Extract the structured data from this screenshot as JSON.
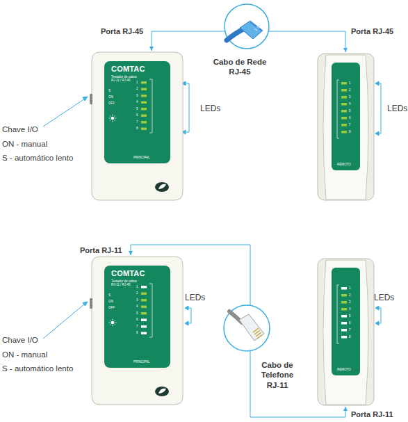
{
  "diagram": {
    "nodes": [
      {
        "text": [
          "COMTAC",
          "Testador de cabos RJ-11 / RJ-45",
          "PRINCIPAL"
        ]
      },
      {
        "text": [
          "REMOTO"
        ]
      },
      {
        "text": [
          "COMTAC",
          "Testador de cabos RJ-11 / RJ-45",
          "PRINCIPAL"
        ]
      },
      {
        "text": [
          "REMOTO"
        ]
      }
    ],
    "edges": [
      {
        "from": 0,
        "to": 1,
        "arrow": "both",
        "label": "Cabo de Rede RJ-45"
      },
      {
        "from": 2,
        "to": 3,
        "arrow": "both",
        "label": "Cabo de Telefone RJ-11"
      }
    ],
    "labels": [
      "Porta RJ-45",
      "Porta RJ-45",
      "LEDs",
      "LEDs",
      "Chave I/O",
      "ON - manual",
      "S - automático lento",
      "S",
      "ON",
      "OFF",
      "1",
      "2",
      "3",
      "4",
      "5",
      "6",
      "7",
      "8",
      "1",
      "2",
      "3",
      "4",
      "5",
      "6",
      "7",
      "8",
      "Porta RJ-11",
      "Porta RJ-11",
      "LEDs",
      "LEDs",
      "Chave I/O",
      "ON - manual",
      "S - automático lento",
      "S",
      "ON",
      "OFF",
      "1",
      "2",
      "3",
      "4",
      "5",
      "6",
      "7",
      "8",
      "1",
      "2",
      "3",
      "4",
      "5",
      "6",
      "7",
      "8"
    ]
  }
}
